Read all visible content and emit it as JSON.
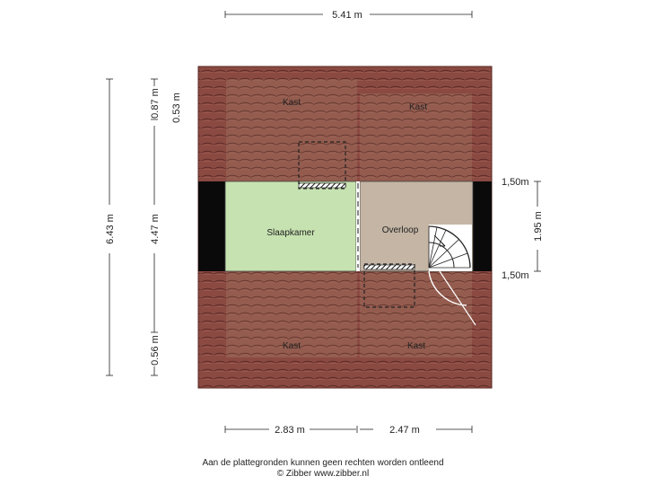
{
  "dimensions": {
    "top_width": "5.41 m",
    "left_total": "6.43 m",
    "left_top": "0.87 m",
    "left_mid": "4.47 m",
    "left_bottom": "0.56 m",
    "inner_top": "0.53 m",
    "bottom_left": "2.83 m",
    "bottom_right": "2.47 m",
    "right_height": "1.95 m",
    "right_top_level": "1,50m",
    "right_bottom_level": "1,50m"
  },
  "rooms": {
    "kast_top_left": "Kast",
    "kast_top_right": "Kast",
    "kast_bottom_left": "Kast",
    "kast_bottom_right": "Kast",
    "slaapkamer": "Slaapkamer",
    "overloop": "Overloop"
  },
  "colors": {
    "roof": "#8a4a42",
    "roof_line": "#5a2a24",
    "slaapkamer": "#c6e2b0",
    "overloop": "#c4b5a5",
    "wall": "#0a0a0a"
  },
  "footer": {
    "disclaimer": "Aan de plattegronden kunnen geen rechten worden ontleend",
    "copyright": "© Zibber www.zibber.nl"
  }
}
